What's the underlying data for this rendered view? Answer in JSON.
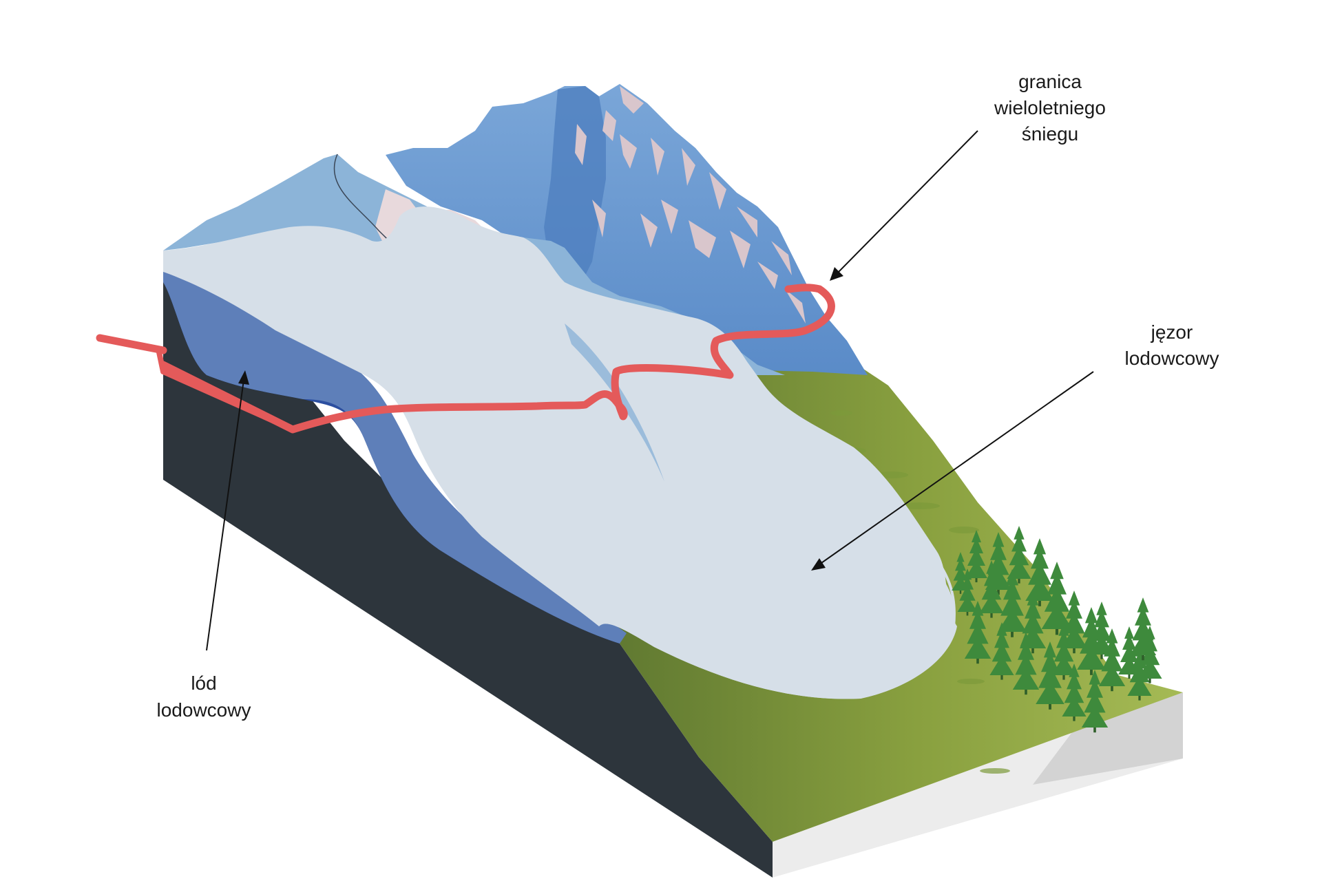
{
  "labels": {
    "snowline": [
      "granica",
      "wieloletniego",
      "śniegu"
    ],
    "tongue": [
      "jęzor",
      "lodowcowy"
    ],
    "ice": [
      "lód",
      "lodowcowy"
    ]
  },
  "colors": {
    "rock_side": "#2d353c",
    "glacier_ice_deep": "#2c4fa0",
    "glacier_ice_mid": "#5f7fb9",
    "glacier_surface": "#d6dfe8",
    "snow_slope": "#8db5d8",
    "mountain": "#6a98cf",
    "mountain_dark": "#4f80c0",
    "rock_patch": "#dcc7cd",
    "meadow_light": "#9ab04a",
    "meadow_dark": "#5f7a30",
    "base_white": "#ececec",
    "base_grey": "#d3d3d3",
    "snowline": "#e45a5a",
    "tree": "#3d8b3d",
    "arrow": "#111111"
  }
}
